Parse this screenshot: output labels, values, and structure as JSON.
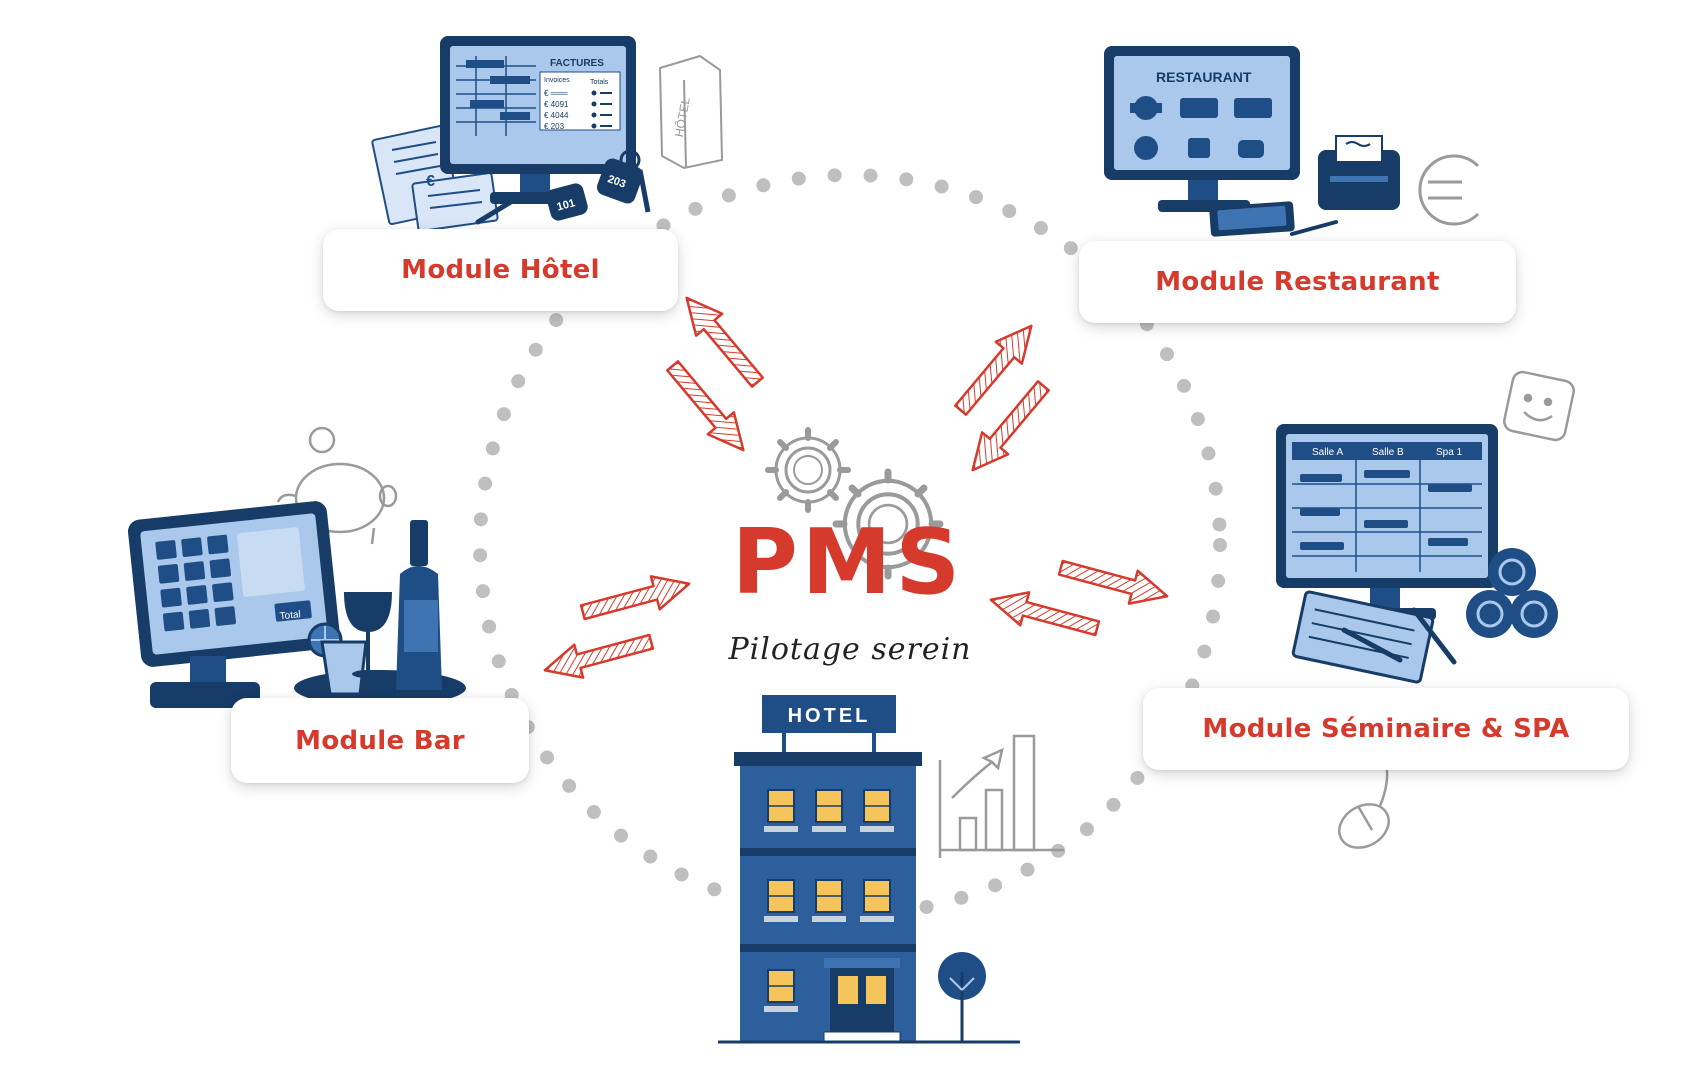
{
  "modules": {
    "hotel": "Module Hôtel",
    "restaurant": "Module Restaurant",
    "bar": "Module Bar",
    "seminaire": "Module Séminaire & SPA"
  },
  "center": {
    "title": "PMS",
    "tagline": "Pilotage serein"
  },
  "hotel_screen": {
    "title": "FACTURES",
    "col_invoices": "Invoices",
    "col_totals": "Totals",
    "rows": [
      "€ ═══",
      "€ 4091",
      "€ 4044",
      "€ 203"
    ],
    "key_tags": [
      "101",
      "203"
    ],
    "binder_label": "HÔTEL"
  },
  "restaurant_screen": {
    "title": "RESTAURANT"
  },
  "bar_screen": {
    "total_label": "Total"
  },
  "seminaire_screen": {
    "rooms": [
      "Salle A",
      "Salle B",
      "Spa 1"
    ]
  },
  "building": {
    "sign": "HOTEL"
  },
  "colors": {
    "accent_red": "#d63a2c",
    "navy": "#1f4e86",
    "navy_dark": "#173c68",
    "screen_light": "#a9c8ec",
    "sketch_gray": "#9a9a9a",
    "window_yellow": "#f5c45a"
  }
}
